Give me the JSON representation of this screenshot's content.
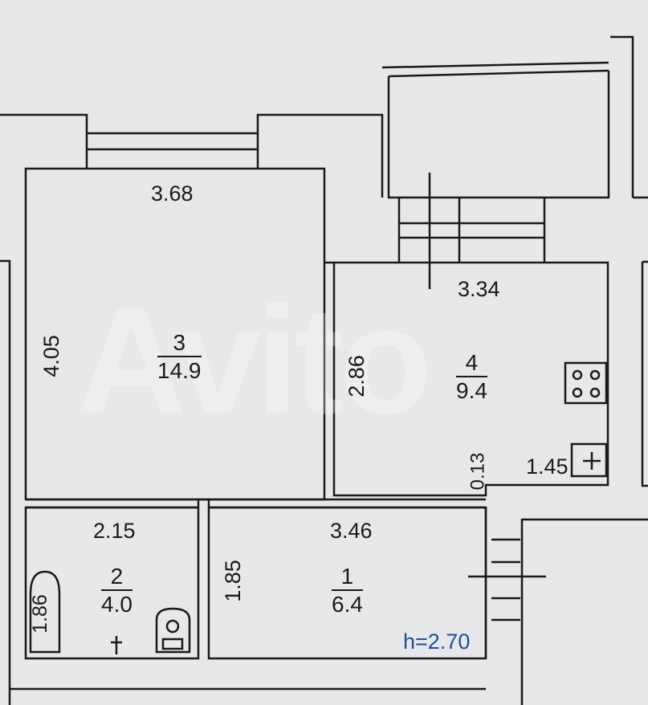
{
  "floor_plan": {
    "ceiling_height": "h=2.70",
    "watermark": "Avito",
    "rooms": [
      {
        "number": "3",
        "area": "14.9",
        "width": "3.68",
        "depth": "4.05"
      },
      {
        "number": "4",
        "area": "9.4",
        "width": "3.34",
        "depth": "2.86",
        "extra_dims": [
          "1.45",
          "0.13"
        ]
      },
      {
        "number": "2",
        "area": "4.0",
        "width": "2.15",
        "depth": "1.86"
      },
      {
        "number": "1",
        "area": "6.4",
        "width": "3.46",
        "depth": "1.85"
      }
    ]
  }
}
